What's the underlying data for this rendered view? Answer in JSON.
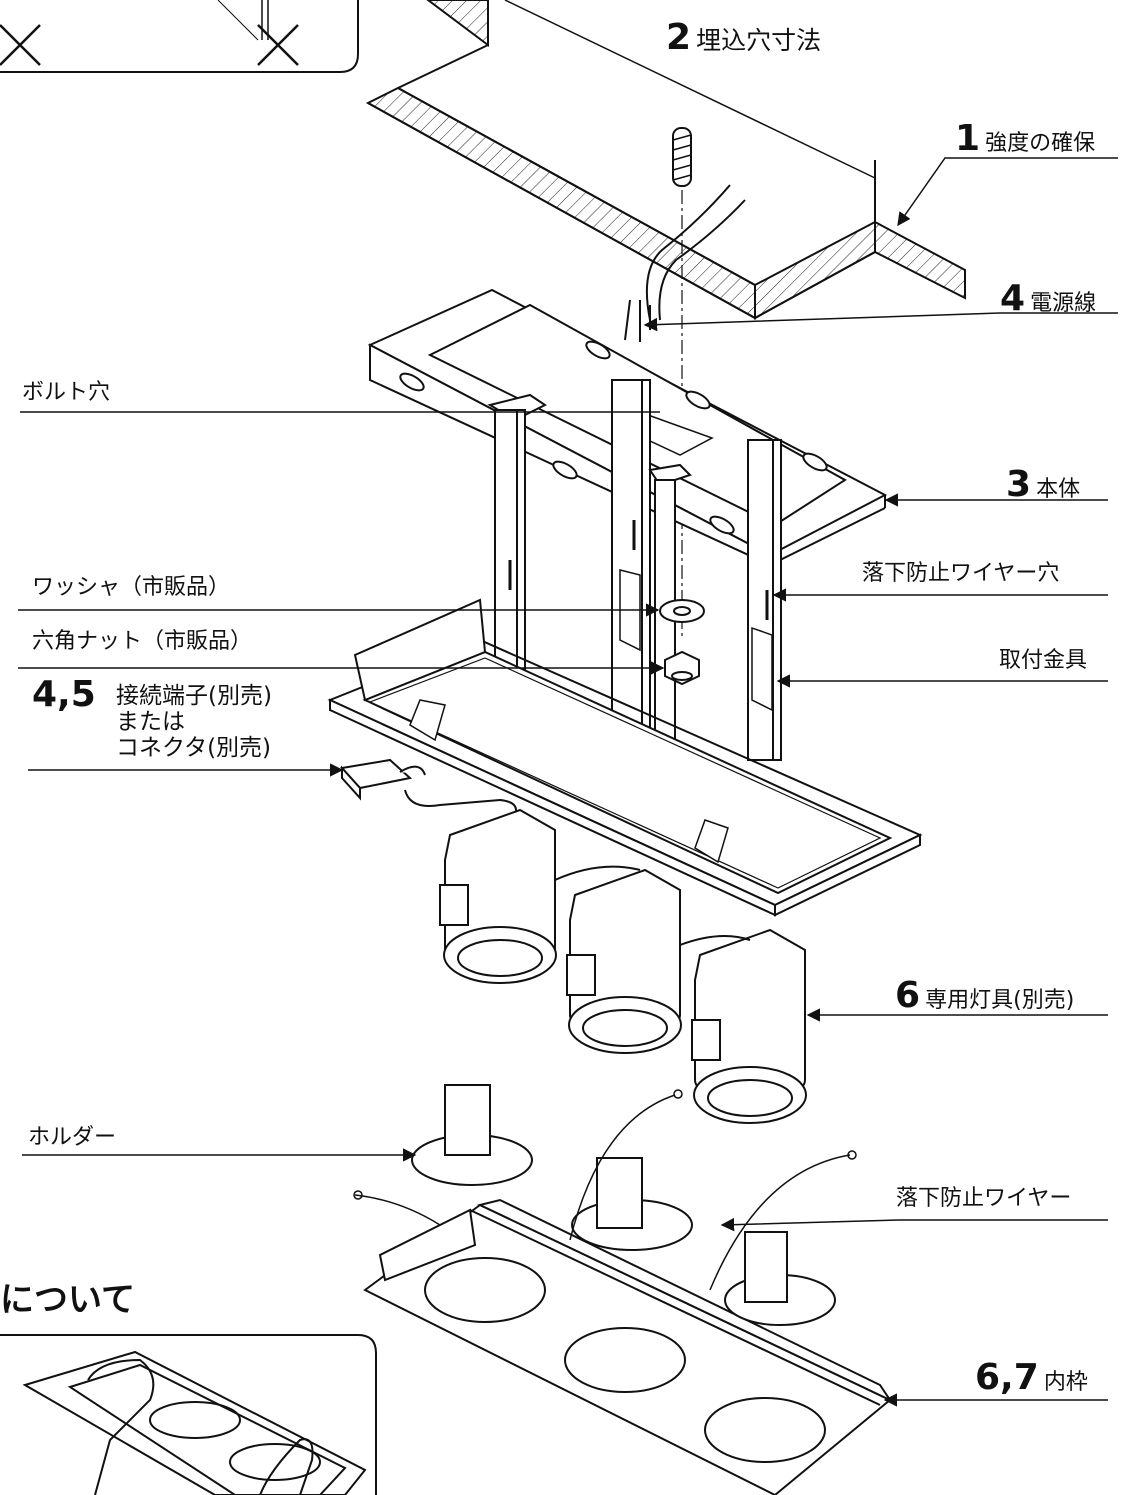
{
  "labels": {
    "l1": {
      "num": "1",
      "text": "強度の確保"
    },
    "l2": {
      "num": "2",
      "text": "埋込穴寸法"
    },
    "l3": {
      "num": "3",
      "text": "本体"
    },
    "l4": {
      "num": "4",
      "text": "電源線"
    },
    "l45": {
      "num": "4,5",
      "line1": "接続端子(別売)",
      "line2": "または",
      "line3": "コネクタ(別売)"
    },
    "l6": {
      "num": "6",
      "text": "専用灯具(別売)"
    },
    "l67": {
      "num": "6,7",
      "text": "内枠"
    },
    "bolt_hole": "ボルト穴",
    "washer": "ワッシャ（市販品）",
    "hex_nut": "六角ナット（市販品）",
    "drop_wire_hole": "落下防止ワイヤー穴",
    "bracket": "取付金具",
    "holder": "ホルダー",
    "drop_wire": "落下防止ワイヤー",
    "note_heading": "について"
  }
}
